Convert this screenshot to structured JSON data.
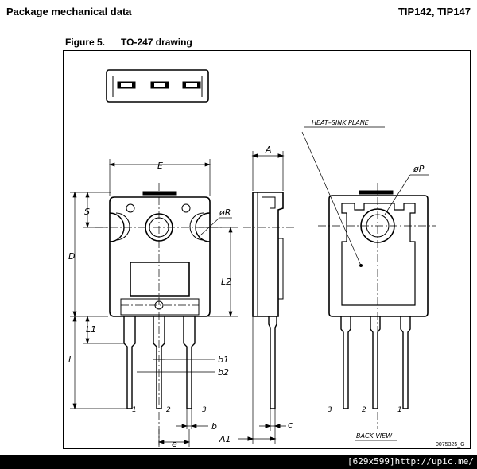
{
  "header": {
    "left": "Package mechanical data",
    "right": "TIP142, TIP147"
  },
  "figure": {
    "number": "Figure 5.",
    "title": "TO-247 drawing"
  },
  "dims": {
    "E": "E",
    "S": "S",
    "D": "D",
    "L1": "L1",
    "L": "L",
    "L2": "L2",
    "R": "øR",
    "P": "øP",
    "A": "A",
    "A1": "A1",
    "b": "b",
    "b1": "b1",
    "b2": "b2",
    "c": "c",
    "e": "e"
  },
  "notes": {
    "heatsink": "HEAT–SINK PLANE",
    "backview": "BACK VIEW",
    "code": "0075325_G"
  },
  "pins": {
    "front": [
      "1",
      "2",
      "3"
    ],
    "back": [
      "3",
      "2",
      "1"
    ]
  },
  "footer": {
    "text": "[629x599]http://upic.me/"
  }
}
